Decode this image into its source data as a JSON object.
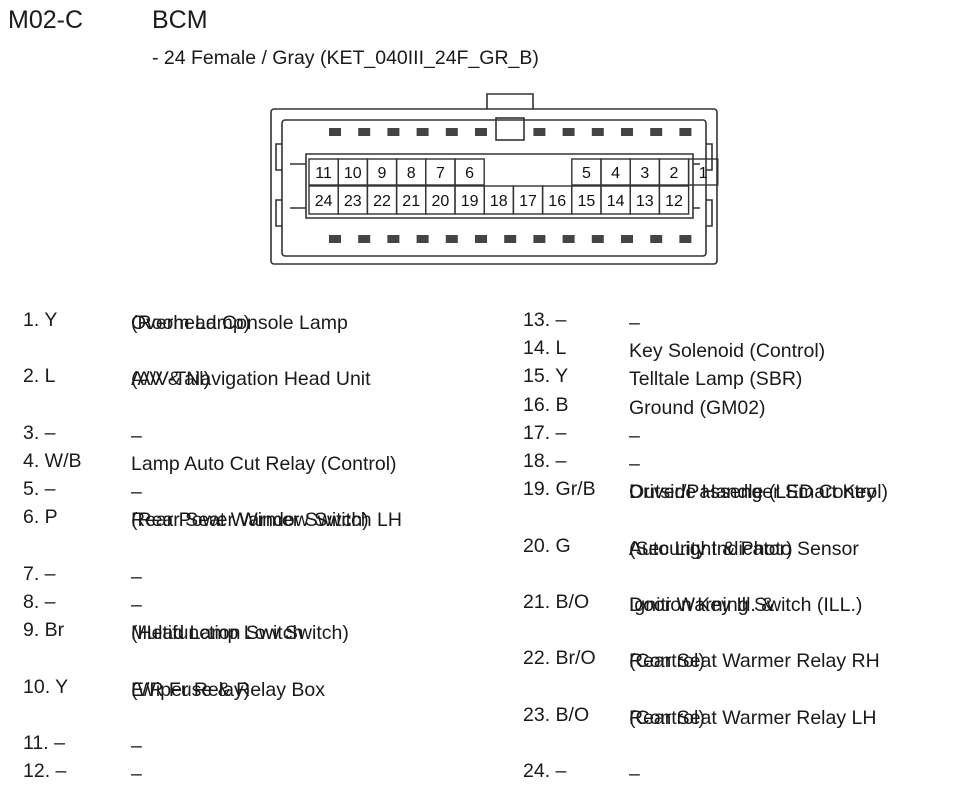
{
  "header": {
    "code": "M02-C",
    "component": "BCM",
    "connector_desc": "- 24 Female / Gray (KET_040III_24F_GR_B)"
  },
  "connector": {
    "top_row": [
      "11",
      "10",
      "9",
      "8",
      "7",
      "6",
      "",
      "",
      "",
      "5",
      "4",
      "3",
      "2",
      "1"
    ],
    "bottom_row": [
      "24",
      "23",
      "22",
      "21",
      "20",
      "19",
      "18",
      "17",
      "16",
      "15",
      "14",
      "13",
      "12"
    ]
  },
  "pins_left": [
    {
      "pin": "1. Y",
      "desc": [
        "Overhead Console Lamp",
        "(Room Lamp)"
      ]
    },
    {
      "pin": "2. L",
      "desc": [
        "A/V & Navigation Head Unit",
        "(A/V-Tail)"
      ]
    },
    {
      "pin": "3. –",
      "desc": [
        "–"
      ]
    },
    {
      "pin": "4. W/B",
      "desc": [
        "Lamp Auto Cut Relay (Control)"
      ]
    },
    {
      "pin": "5. –",
      "desc": [
        "–"
      ]
    },
    {
      "pin": "6. P",
      "desc": [
        "Rear Power Window Switch LH",
        "(Rear Seat Warmer Switch)"
      ]
    },
    {
      "pin": "7. –",
      "desc": [
        "–"
      ]
    },
    {
      "pin": "8. –",
      "desc": [
        "–"
      ]
    },
    {
      "pin": "9. Br",
      "desc": [
        "Multifunction Switch",
        "(Head Lamp Low Switch)"
      ]
    },
    {
      "pin": "10. Y",
      "desc": [
        "E/R Fuse & Relay Box",
        "(Wiper Relay)"
      ]
    },
    {
      "pin": "11. –",
      "desc": [
        "–"
      ]
    },
    {
      "pin": "12. –",
      "desc": [
        "–"
      ]
    }
  ],
  "pins_right": [
    {
      "pin": "13. –",
      "desc": [
        "–"
      ]
    },
    {
      "pin": "14. L",
      "desc": [
        "Key Solenoid (Control)"
      ]
    },
    {
      "pin": "15. Y",
      "desc": [
        "Telltale Lamp (SBR)"
      ]
    },
    {
      "pin": "16. B",
      "desc": [
        "Ground (GM02)"
      ]
    },
    {
      "pin": "17. –",
      "desc": [
        "–"
      ]
    },
    {
      "pin": "18. –",
      "desc": [
        "–"
      ]
    },
    {
      "pin": "19. Gr/B",
      "desc": [
        "Driver/Passenger Smart Key",
        "Outside Handle (LED Control)"
      ]
    },
    {
      "pin": "20. G",
      "desc": [
        "Auto Light & Photo Sensor",
        "(Security Indicator)"
      ]
    },
    {
      "pin": "21. B/O",
      "desc": [
        "Ignition Key Ill. &",
        "Door Warning Switch (ILL.)"
      ]
    },
    {
      "pin": "22. Br/O",
      "desc": [
        "Rear Seat Warmer Relay RH",
        "(Control)"
      ]
    },
    {
      "pin": "23. B/O",
      "desc": [
        "Rear Seat Warmer Relay LH",
        "(Control)"
      ]
    },
    {
      "pin": "24. –",
      "desc": [
        "–"
      ]
    }
  ]
}
